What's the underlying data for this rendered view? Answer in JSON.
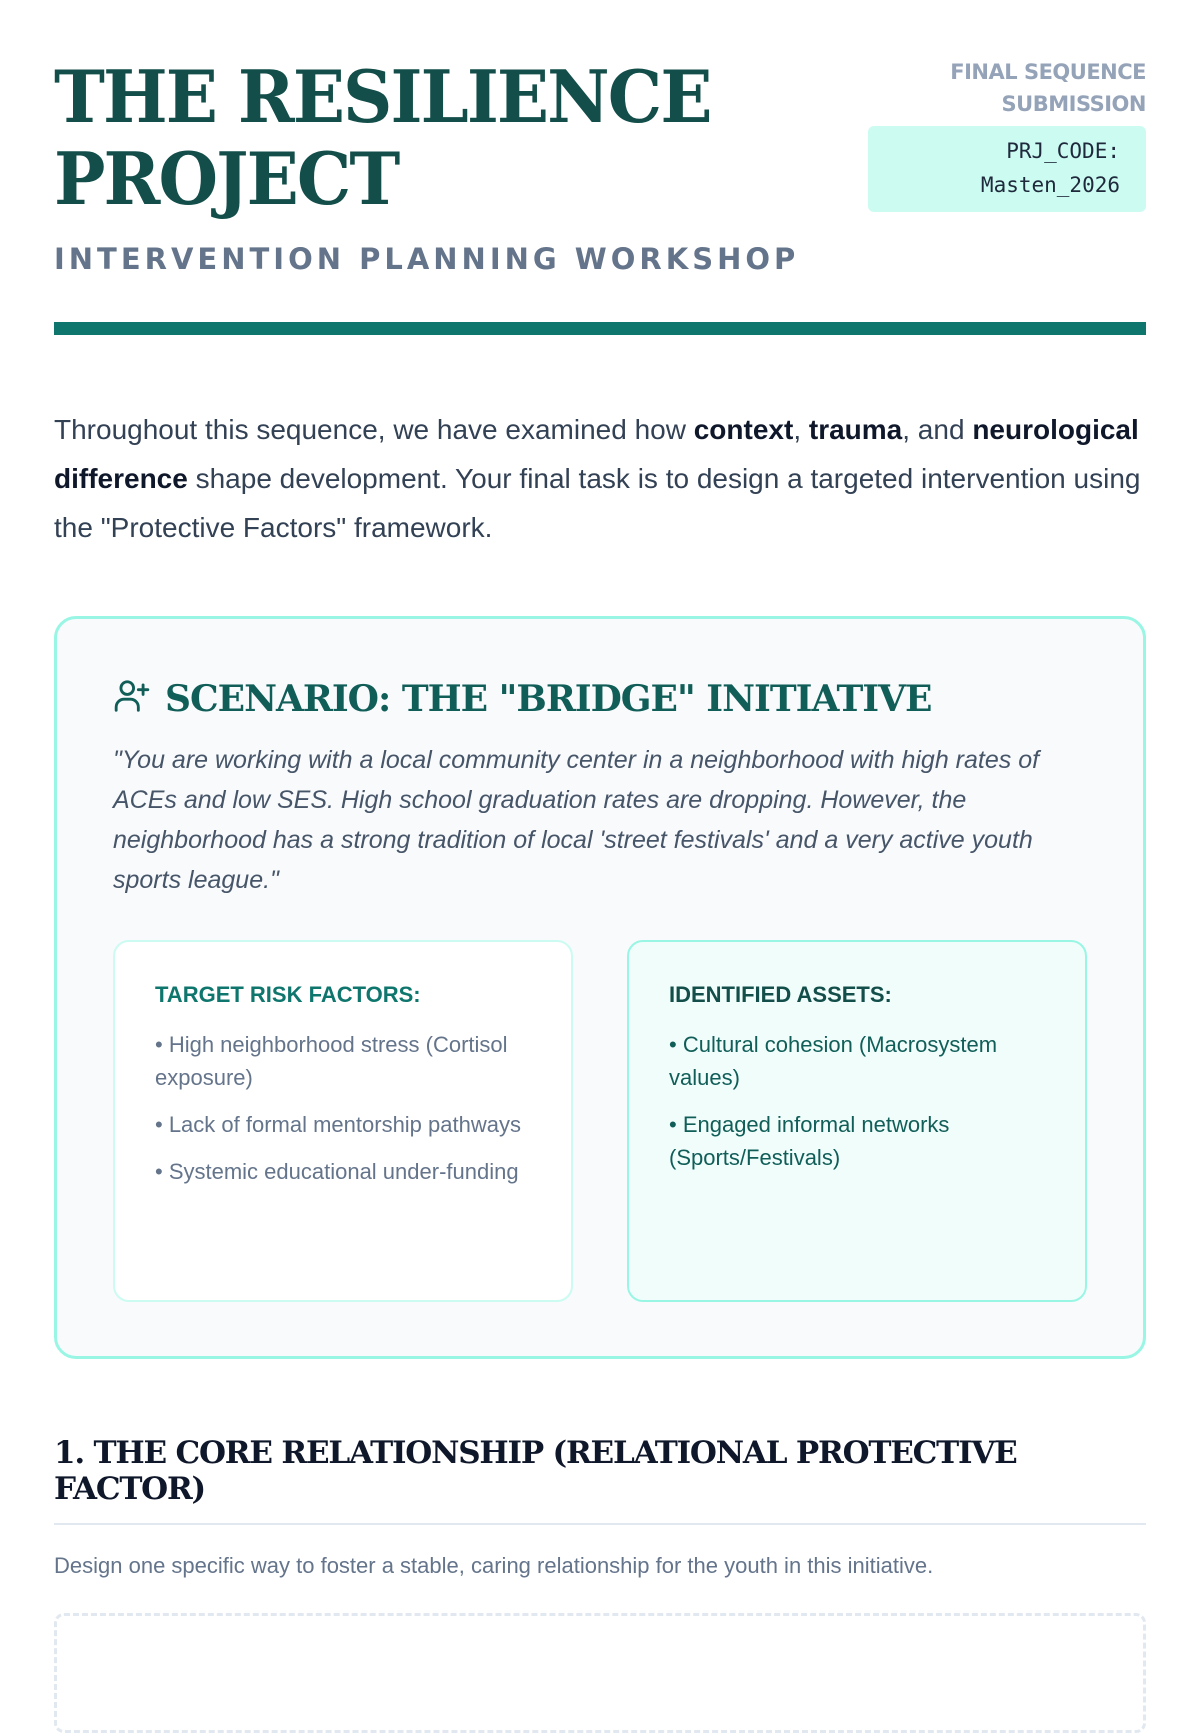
{
  "header": {
    "title_line1": "THE RESILIENCE",
    "title_line2": "PROJECT",
    "subtitle": "INTERVENTION PLANNING WORKSHOP",
    "meta_line1": "FINAL SEQUENCE",
    "meta_line2": "SUBMISSION",
    "code_line1": "PRJ_CODE:",
    "code_line2": "Masten_2026"
  },
  "intro": {
    "t1": "Throughout this sequence, we have examined how ",
    "b1": "context",
    "t2": ", ",
    "b2": "trauma",
    "t3": ", and ",
    "b3": "neurological difference",
    "t4": " shape development. Your final task is to design a targeted intervention using the \"Protective Factors\" framework."
  },
  "scenario": {
    "icon": "user-plus-icon",
    "title": "SCENARIO: THE \"BRIDGE\" INITIATIVE",
    "quote": "\"You are working with a local community center in a neighborhood with high rates of ACEs and low SES. High school graduation rates are dropping. However, the neighborhood has a strong tradition of local 'street festivals' and a very active youth sports league.\"",
    "risks": {
      "heading": "TARGET RISK FACTORS:",
      "items": [
        "• High neighborhood stress (Cortisol exposure)",
        "• Lack of formal mentorship pathways",
        "• Systemic educational under-funding"
      ]
    },
    "assets": {
      "heading": "IDENTIFIED ASSETS:",
      "items": [
        "• Cultural cohesion (Macrosystem values)",
        "• Engaged informal networks (Sports/Festivals)"
      ]
    }
  },
  "section1": {
    "title": "1. THE CORE RELATIONSHIP (RELATIONAL PROTECTIVE FACTOR)",
    "desc": "Design one specific way to foster a stable, caring relationship for the youth in this initiative."
  },
  "colors": {
    "accent": "#0f766e",
    "title": "#134e4a",
    "mint": "#ccfbf1"
  }
}
